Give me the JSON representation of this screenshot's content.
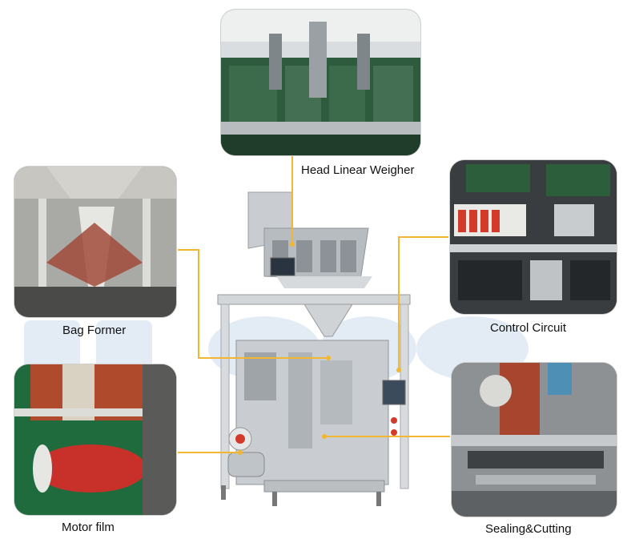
{
  "callouts": {
    "head_weigher": "Head Linear Weigher",
    "bag_former": "Bag Former",
    "control_circuit": "Control Circuit",
    "motor_film": "Motor film",
    "sealing_cutting": "Sealing&Cutting"
  },
  "colors": {
    "leader_line": "#f2b632",
    "machine_steel": "#c9cdd1",
    "green_panel": "#2f5a3a",
    "watermark": "#dde8f3"
  }
}
